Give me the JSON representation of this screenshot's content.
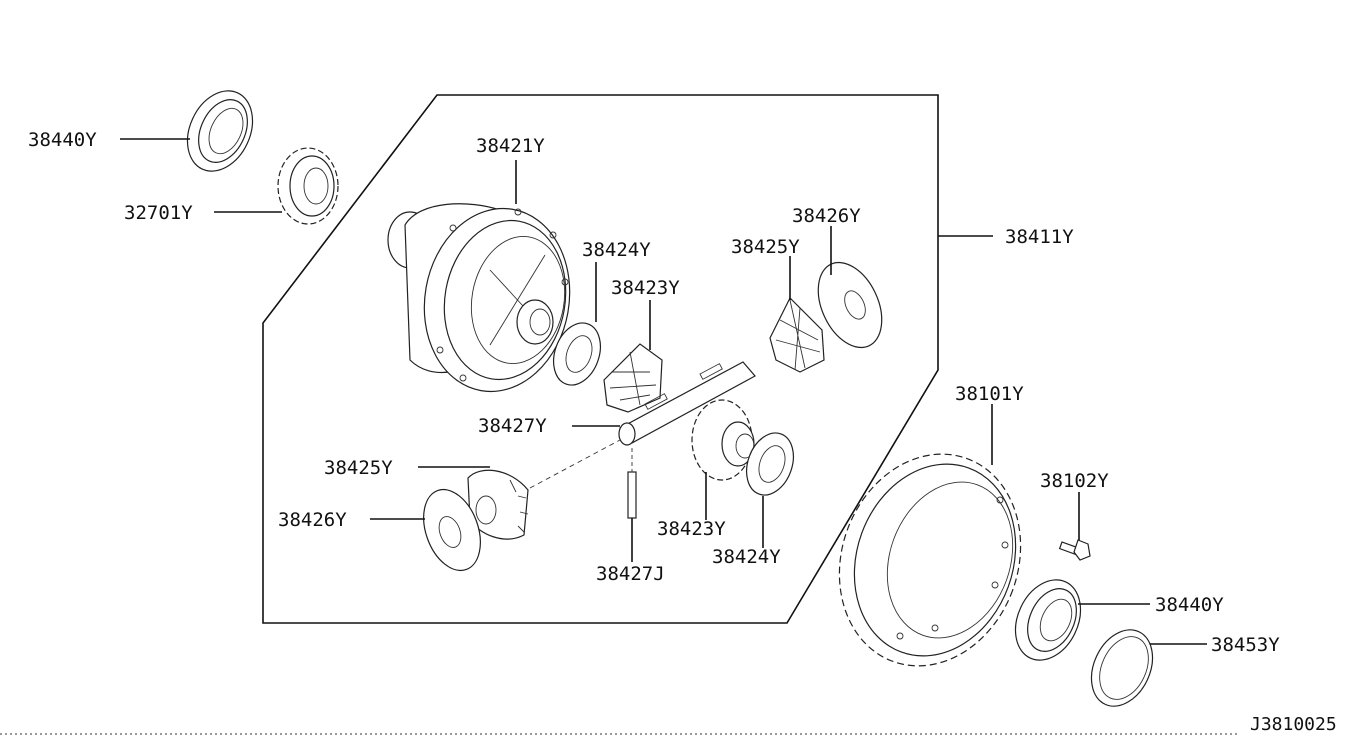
{
  "diagram_id": "J3810025",
  "labels": {
    "bearing_top": "38440Y",
    "gear_top": "32701Y",
    "case": "38421Y",
    "assembly": "38411Y",
    "washer_top_right": "38426Y",
    "pinion_top_right": "38425Y",
    "washer_center": "38424Y",
    "gear_center": "38423Y",
    "shaft": "38427Y",
    "pinion_left": "38425Y",
    "washer_left": "38426Y",
    "gear_bottom": "38423Y",
    "washer_bottom": "38424Y",
    "pin": "38427J",
    "ring_gear": "38101Y",
    "bolt": "38102Y",
    "bearing_bottom": "38440Y",
    "seal": "38453Y"
  }
}
